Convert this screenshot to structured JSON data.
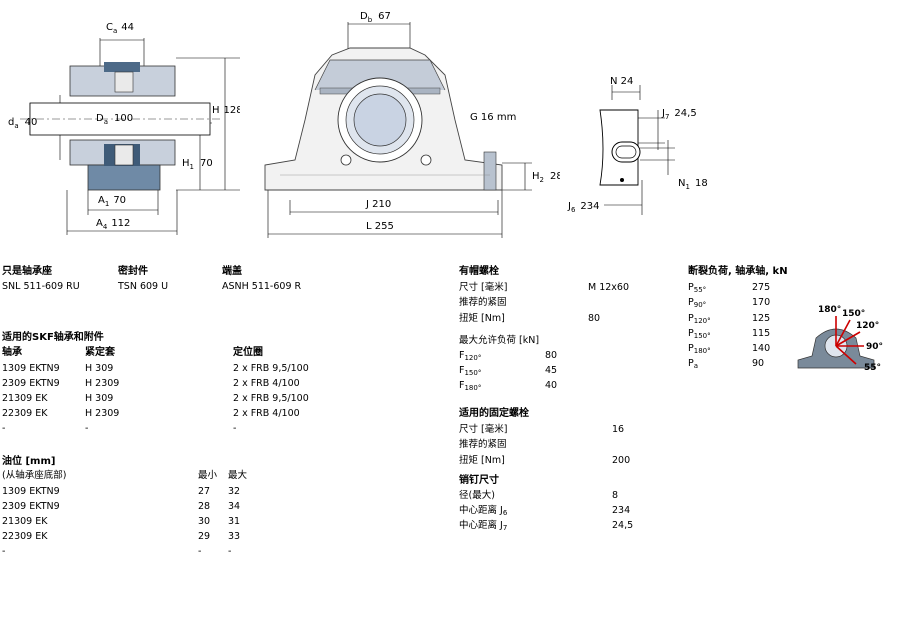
{
  "drawing": {
    "front": {
      "Ca_label": "C",
      "Ca_sub": "a",
      "Ca_val": "44",
      "da_label": "d",
      "da_sub": "a",
      "da_val": "40",
      "Da_label": "D",
      "Da_sub": "a",
      "Da_val": "100",
      "H_label": "H",
      "H_val": "128",
      "H1_label": "H",
      "H1_sub": "1",
      "H1_val": "70",
      "A1_label": "A",
      "A1_sub": "1",
      "A1_val": "70",
      "A4_label": "A",
      "A4_sub": "4",
      "A4_val": "112"
    },
    "side": {
      "Db_label": "D",
      "Db_sub": "b",
      "Db_val": "67",
      "G_text": "G  16 mm",
      "H2_label": "H",
      "H2_sub": "2",
      "H2_val": "28",
      "J_text": "J  210",
      "L_text": "L  255"
    },
    "detail": {
      "N_text": "N  24",
      "J7_label": "J",
      "J7_sub": "7",
      "J7_val": "24,5",
      "N1_label": "N",
      "N1_sub": "1",
      "N1_val": "18",
      "J6_label": "J",
      "J6_sub": "6",
      "J6_val": "234"
    }
  },
  "housing": {
    "headers": [
      "只是轴承座",
      "密封件",
      "端盖"
    ],
    "values": [
      "SNL 511-609 RU",
      "TSN 609 U",
      "ASNH 511-609 R"
    ]
  },
  "bearings": {
    "title": "适用的SKF轴承和附件",
    "headers": [
      "轴承",
      "紧定套",
      "定位圈"
    ],
    "rows": [
      [
        "1309 EKTN9",
        "H 309",
        "2 x FRB 9,5/100"
      ],
      [
        "2309 EKTN9",
        "H 2309",
        "2 x FRB 4/100"
      ],
      [
        "21309 EK",
        "H 309",
        "2 x FRB 9,5/100"
      ],
      [
        "22309 EK",
        "H 2309",
        "2 x FRB 4/100"
      ],
      [
        "-",
        "-",
        "-"
      ]
    ]
  },
  "shoulder": {
    "title": "油位 [mm]",
    "subtitle": "(从轴承座底部)",
    "min_label": "最小",
    "max_label": "最大",
    "rows": [
      [
        "1309 EKTN9",
        "27",
        "32"
      ],
      [
        "2309 EKTN9",
        "28",
        "34"
      ],
      [
        "21309 EK",
        "30",
        "31"
      ],
      [
        "22309 EK",
        "29",
        "33"
      ],
      [
        "-",
        "-",
        "-"
      ]
    ]
  },
  "cap_bolts": {
    "title": "有帽螺栓",
    "size_label": "尺寸 [毫米]",
    "size_val": "M 12x60",
    "torque_title": "推荐的紧固",
    "torque_label": "扭矩 [Nm]",
    "torque_val": "80",
    "load_title": "最大允许负荷 [kN]",
    "loads": [
      {
        "label": "F",
        "sub": "120°",
        "val": "80"
      },
      {
        "label": "F",
        "sub": "150°",
        "val": "45"
      },
      {
        "label": "F",
        "sub": "180°",
        "val": "40"
      }
    ]
  },
  "attach_bolts": {
    "title": "适用的固定螺栓",
    "size_label": "尺寸 [毫米]",
    "size_val": "16",
    "torque_title": "推荐的紧固",
    "torque_label": "扭矩 [Nm]",
    "torque_val": "200"
  },
  "dowel": {
    "title": "销钉尺寸",
    "dia_label": "径(最大)",
    "dia_val": "8",
    "j6_label": "中心距离 J",
    "j6_sub": "6",
    "j6_val": "234",
    "j7_label": "中心距离 J",
    "j7_sub": "7",
    "j7_val": "24,5"
  },
  "breaking": {
    "title": "断裂负荷, 轴承轴, kN",
    "rows": [
      {
        "label": "P",
        "sub": "55°",
        "val": "275"
      },
      {
        "label": "P",
        "sub": "90°",
        "val": "170"
      },
      {
        "label": "P",
        "sub": "120°",
        "val": "125"
      },
      {
        "label": "P",
        "sub": "150°",
        "val": "115"
      },
      {
        "label": "P",
        "sub": "180°",
        "val": "140"
      },
      {
        "label": "P",
        "sub": "a",
        "val": "90"
      }
    ],
    "angles": [
      "180°",
      "150°",
      "120°",
      "90°",
      "55°"
    ],
    "colors": {
      "arrow": "#cc0000",
      "housing": "#7a8a9a"
    }
  }
}
